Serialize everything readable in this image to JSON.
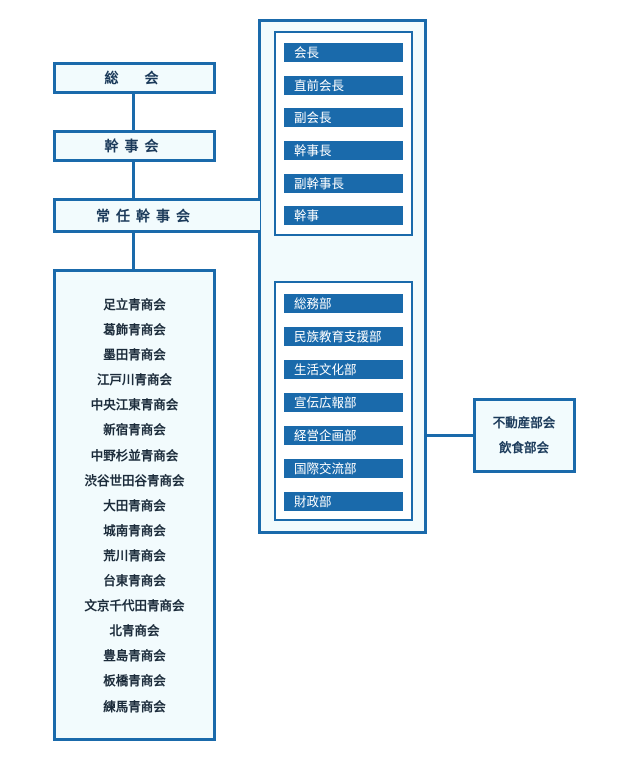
{
  "chart": {
    "top_boxes": [
      "総　会",
      "幹事会"
    ],
    "standing_committee": "常任幹事会",
    "officers": [
      "会長",
      "直前会長",
      "副会長",
      "幹事長",
      "副幹事長",
      "幹事"
    ],
    "departments": [
      "総務部",
      "民族教育支援部",
      "生活文化部",
      "宣伝広報部",
      "経営企画部",
      "国際交流部",
      "財政部"
    ],
    "sub_committees": [
      "不動産部会",
      "飲食部会"
    ],
    "associations": [
      "足立青商会",
      "葛飾青商会",
      "墨田青商会",
      "江戸川青商会",
      "中央江東青商会",
      "新宿青商会",
      "中野杉並青商会",
      "渋谷世田谷青商会",
      "大田青商会",
      "城南青商会",
      "荒川青商会",
      "台東青商会",
      "文京千代田青商会",
      "北青商会",
      "豊島青商会",
      "板橋青商会",
      "練馬青商会"
    ]
  },
  "colors": {
    "line": "#1a6aab",
    "box_fill": "#f2fbfd",
    "bar_fill": "#1a6aab",
    "bar_text": "#ffffff"
  }
}
